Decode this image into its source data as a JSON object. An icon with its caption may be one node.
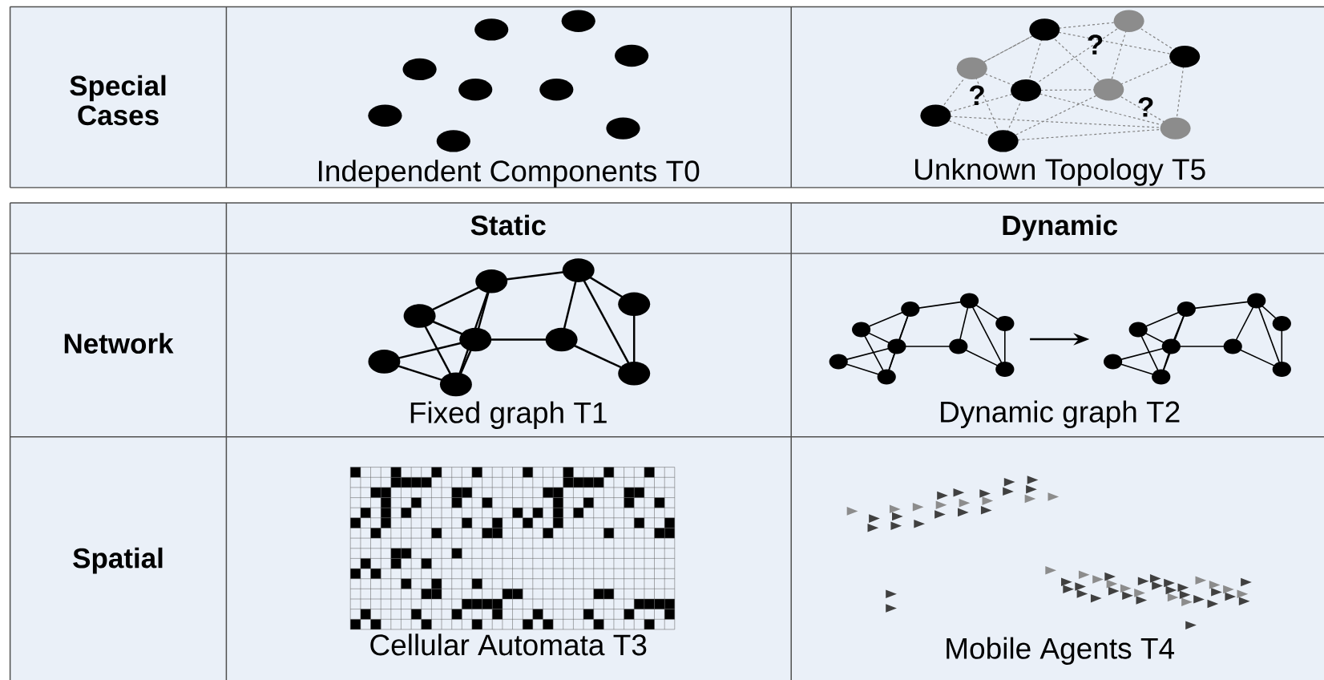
{
  "diagram": {
    "nodes": [
      {
        "text": [],
        "shape": "picture"
      },
      {
        "text": [],
        "shape": "picture"
      }
    ],
    "edges": [
      {
        "from": 0,
        "to": 1,
        "arrow": "to"
      }
    ],
    "labels": [
      "Special Cases",
      "Independent Components T0",
      "?",
      "?",
      "?",
      "Unknown Topology T5",
      "Static",
      "Dynamic",
      "Network",
      "Fixed graph T1",
      "Dynamic graph T2",
      "Spatial",
      "Cellular Automata T3",
      "Mobile Agents T4"
    ]
  }
}
